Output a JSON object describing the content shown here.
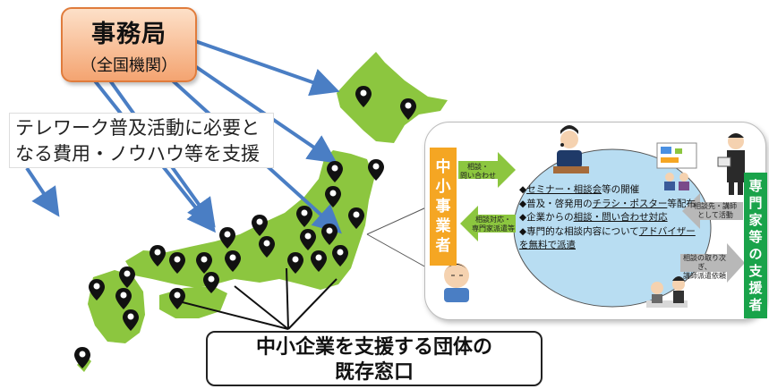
{
  "hq": {
    "title": "事務局",
    "subtitle": "（全国機関）"
  },
  "telework": {
    "line1": "テレワーク普及活動に必要と",
    "line2": "なる費用・ノウハウ等を支援"
  },
  "counter": {
    "line1": "中小企業を支援する団体の",
    "line2": "既存窓口"
  },
  "sme_label": "中小事業者",
  "expert_label": "専門家等の支援者",
  "arrows": {
    "consult_line1": "相談・",
    "consult_line2": "問い合わせ",
    "response_line1": "相談対応・",
    "response_line2": "専門家派遣等",
    "expert_line1": "相談先・講師",
    "expert_line2": "として活動",
    "relay_line1": "相談の取り次ぎ、",
    "relay_line2": "講師派遣依頼"
  },
  "services": [
    {
      "bullet": "◆",
      "pre": "",
      "u": "セミナー・相談会",
      "post": "等の開催"
    },
    {
      "bullet": "◆",
      "pre": "普及・啓発用の",
      "u": "チラシ・ポスター",
      "post": "等配布"
    },
    {
      "bullet": "◆",
      "pre": "企業からの",
      "u": "相談・問い合わせ対応",
      "post": ""
    },
    {
      "bullet": "◆",
      "pre": "専門的な相談内容について",
      "u": "アドバイザーを無料で派遣",
      "post": ""
    }
  ],
  "colors": {
    "land": "#8cc63f",
    "arrow_blue": "#4a7ec4",
    "orange": "#f5a623",
    "green": "#19a34a",
    "ellipse": "#b8ddf2"
  }
}
